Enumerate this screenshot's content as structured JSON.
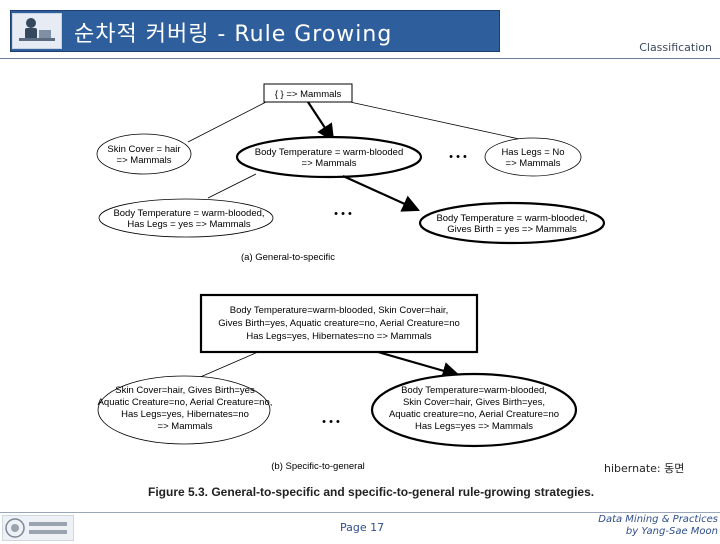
{
  "header": {
    "title": "순차적 커버링 - Rule Growing",
    "section": "Classification"
  },
  "diagram": {
    "top": {
      "root": "{ } => Mammals",
      "left": [
        "Skin Cover = hair",
        "=> Mammals"
      ],
      "center": [
        "Body Temperature = warm-blooded",
        "=> Mammals"
      ],
      "right": [
        "Has Legs = No",
        "=> Mammals"
      ],
      "bottom_left": [
        "Body Temperature = warm-blooded,",
        "Has Legs = yes => Mammals"
      ],
      "bottom_right": [
        "Body Temperature = warm-blooded,",
        "Gives Birth = yes => Mammals"
      ],
      "ellipsis_1": "• • •",
      "ellipsis_2": "• • •",
      "label": "(a) General-to-specific"
    },
    "bottom": {
      "root": [
        "Body Temperature=warm-blooded, Skin Cover=hair,",
        "Gives Birth=yes, Aquatic creature=no, Aerial Creature=no",
        "Has Legs=yes, Hibernates=no => Mammals"
      ],
      "left": [
        "Skin Cover=hair, Gives Birth=yes",
        "Aquatic Creature=no, Aerial Creature=no,",
        "Has Legs=yes, Hibernates=no",
        "=> Mammals"
      ],
      "right": [
        "Body Temperature=warm-blooded,",
        "Skin Cover=hair, Gives Birth=yes,",
        "Aquatic creature=no, Aerial Creature=no",
        "Has Legs=yes => Mammals"
      ],
      "ellipsis": "• • •",
      "label": "(b) Specific-to-general"
    },
    "caption": "Figure 5.3.   General-to-specific and specific-to-general rule-growing strategies."
  },
  "note": "hibernate: 동면",
  "footer": {
    "page": "Page 17",
    "credit_line1": "Data Mining & Practices",
    "credit_line2": "by Yang-Sae Moon"
  },
  "icons": {
    "header_logo": "person-at-desk-icon",
    "footer_logo": "university-seal-icon"
  }
}
